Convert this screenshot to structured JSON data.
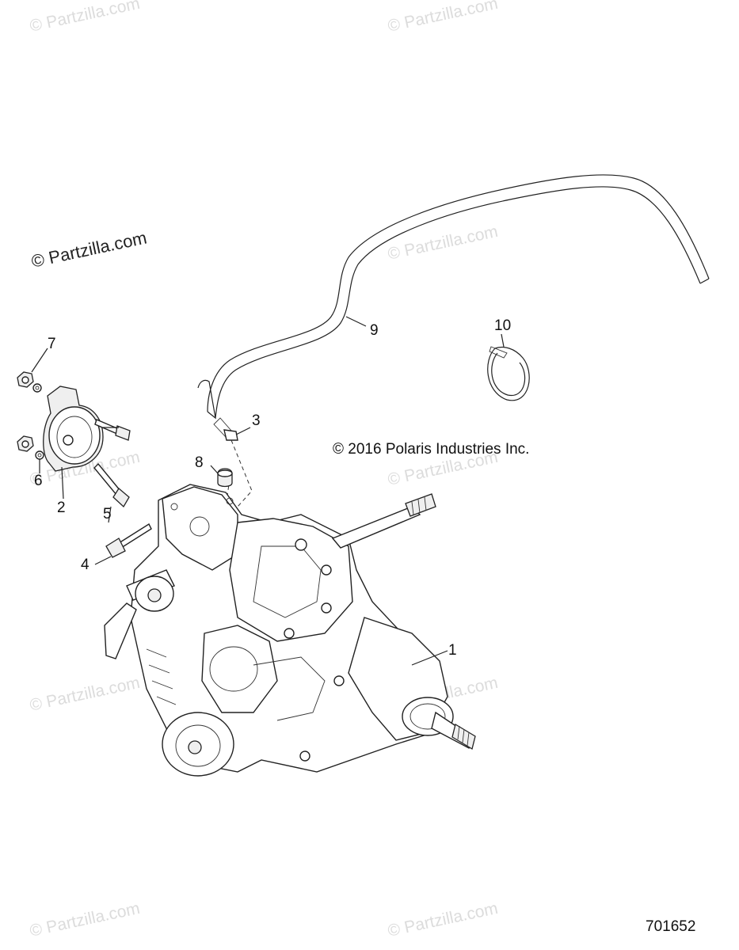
{
  "watermark": {
    "text": "© Partzilla.com",
    "prominent_text": "© Partzilla.com"
  },
  "copyright": "© 2016 Polaris Industries Inc.",
  "figure_number": "701652",
  "callouts": [
    {
      "id": "1",
      "label": "1"
    },
    {
      "id": "2",
      "label": "2"
    },
    {
      "id": "3",
      "label": "3"
    },
    {
      "id": "4",
      "label": "4"
    },
    {
      "id": "5",
      "label": "5"
    },
    {
      "id": "6",
      "label": "6"
    },
    {
      "id": "7",
      "label": "7"
    },
    {
      "id": "8",
      "label": "8"
    },
    {
      "id": "9",
      "label": "9"
    },
    {
      "id": "10",
      "label": "10"
    }
  ]
}
